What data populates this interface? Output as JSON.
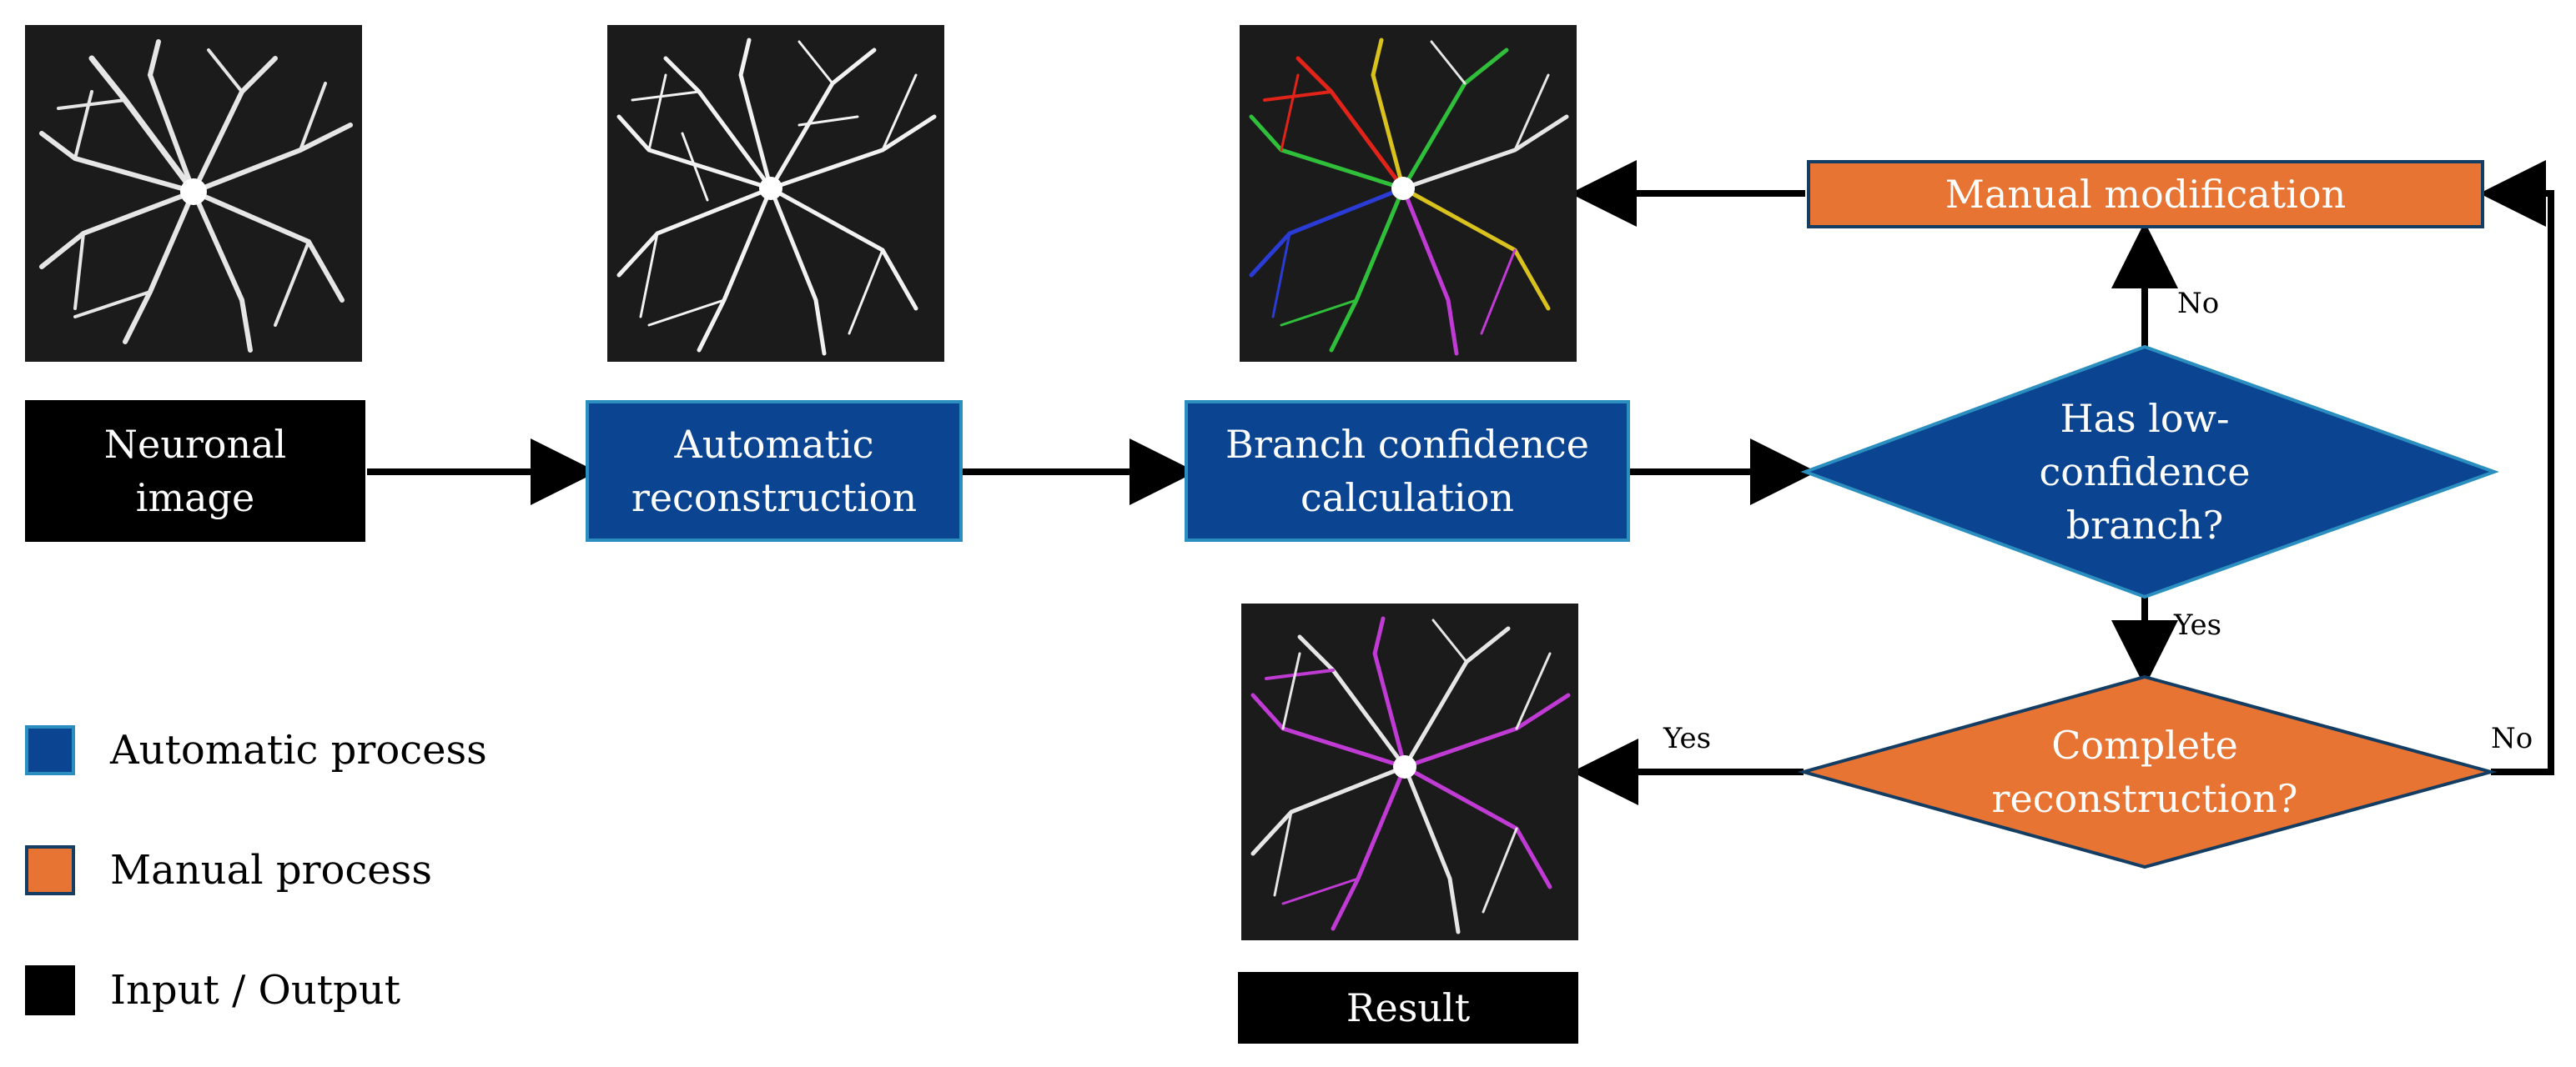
{
  "colors": {
    "automatic": "#0b4592",
    "automatic_border": "#2a8fbf",
    "manual": "#e87434",
    "manual_border": "#143d63",
    "io": "#000000",
    "arrow": "#000000",
    "image_bg": "#1b1b1b",
    "neuron": "#e6e6e6",
    "trace_red": "#e2231a",
    "trace_green": "#2fbf3a",
    "trace_blue": "#2a3bd6",
    "trace_yellow": "#d9c21d",
    "trace_magenta": "#c03bd4"
  },
  "nodes": {
    "neuronal_image": "Neuronal\nimage",
    "automatic_reconstruction": "Automatic\nreconstruction",
    "branch_confidence": "Branch confidence\ncalculation",
    "low_confidence_decision": "Has low-\nconfidence\nbranch?",
    "manual_modification": "Manual modification",
    "complete_decision": "Complete\nreconstruction?",
    "result": "Result"
  },
  "edge_labels": {
    "no_to_modification": "No",
    "yes_to_complete": "Yes",
    "yes_to_result": "Yes",
    "no_loop": "No"
  },
  "legend": {
    "automatic": "Automatic process",
    "manual": "Manual process",
    "io": "Input / Output"
  },
  "images": {
    "raw": "neuron-raw-image",
    "reconstruction": "neuron-reconstruction-image",
    "confidence": "neuron-confidence-image",
    "result": "neuron-result-image"
  }
}
